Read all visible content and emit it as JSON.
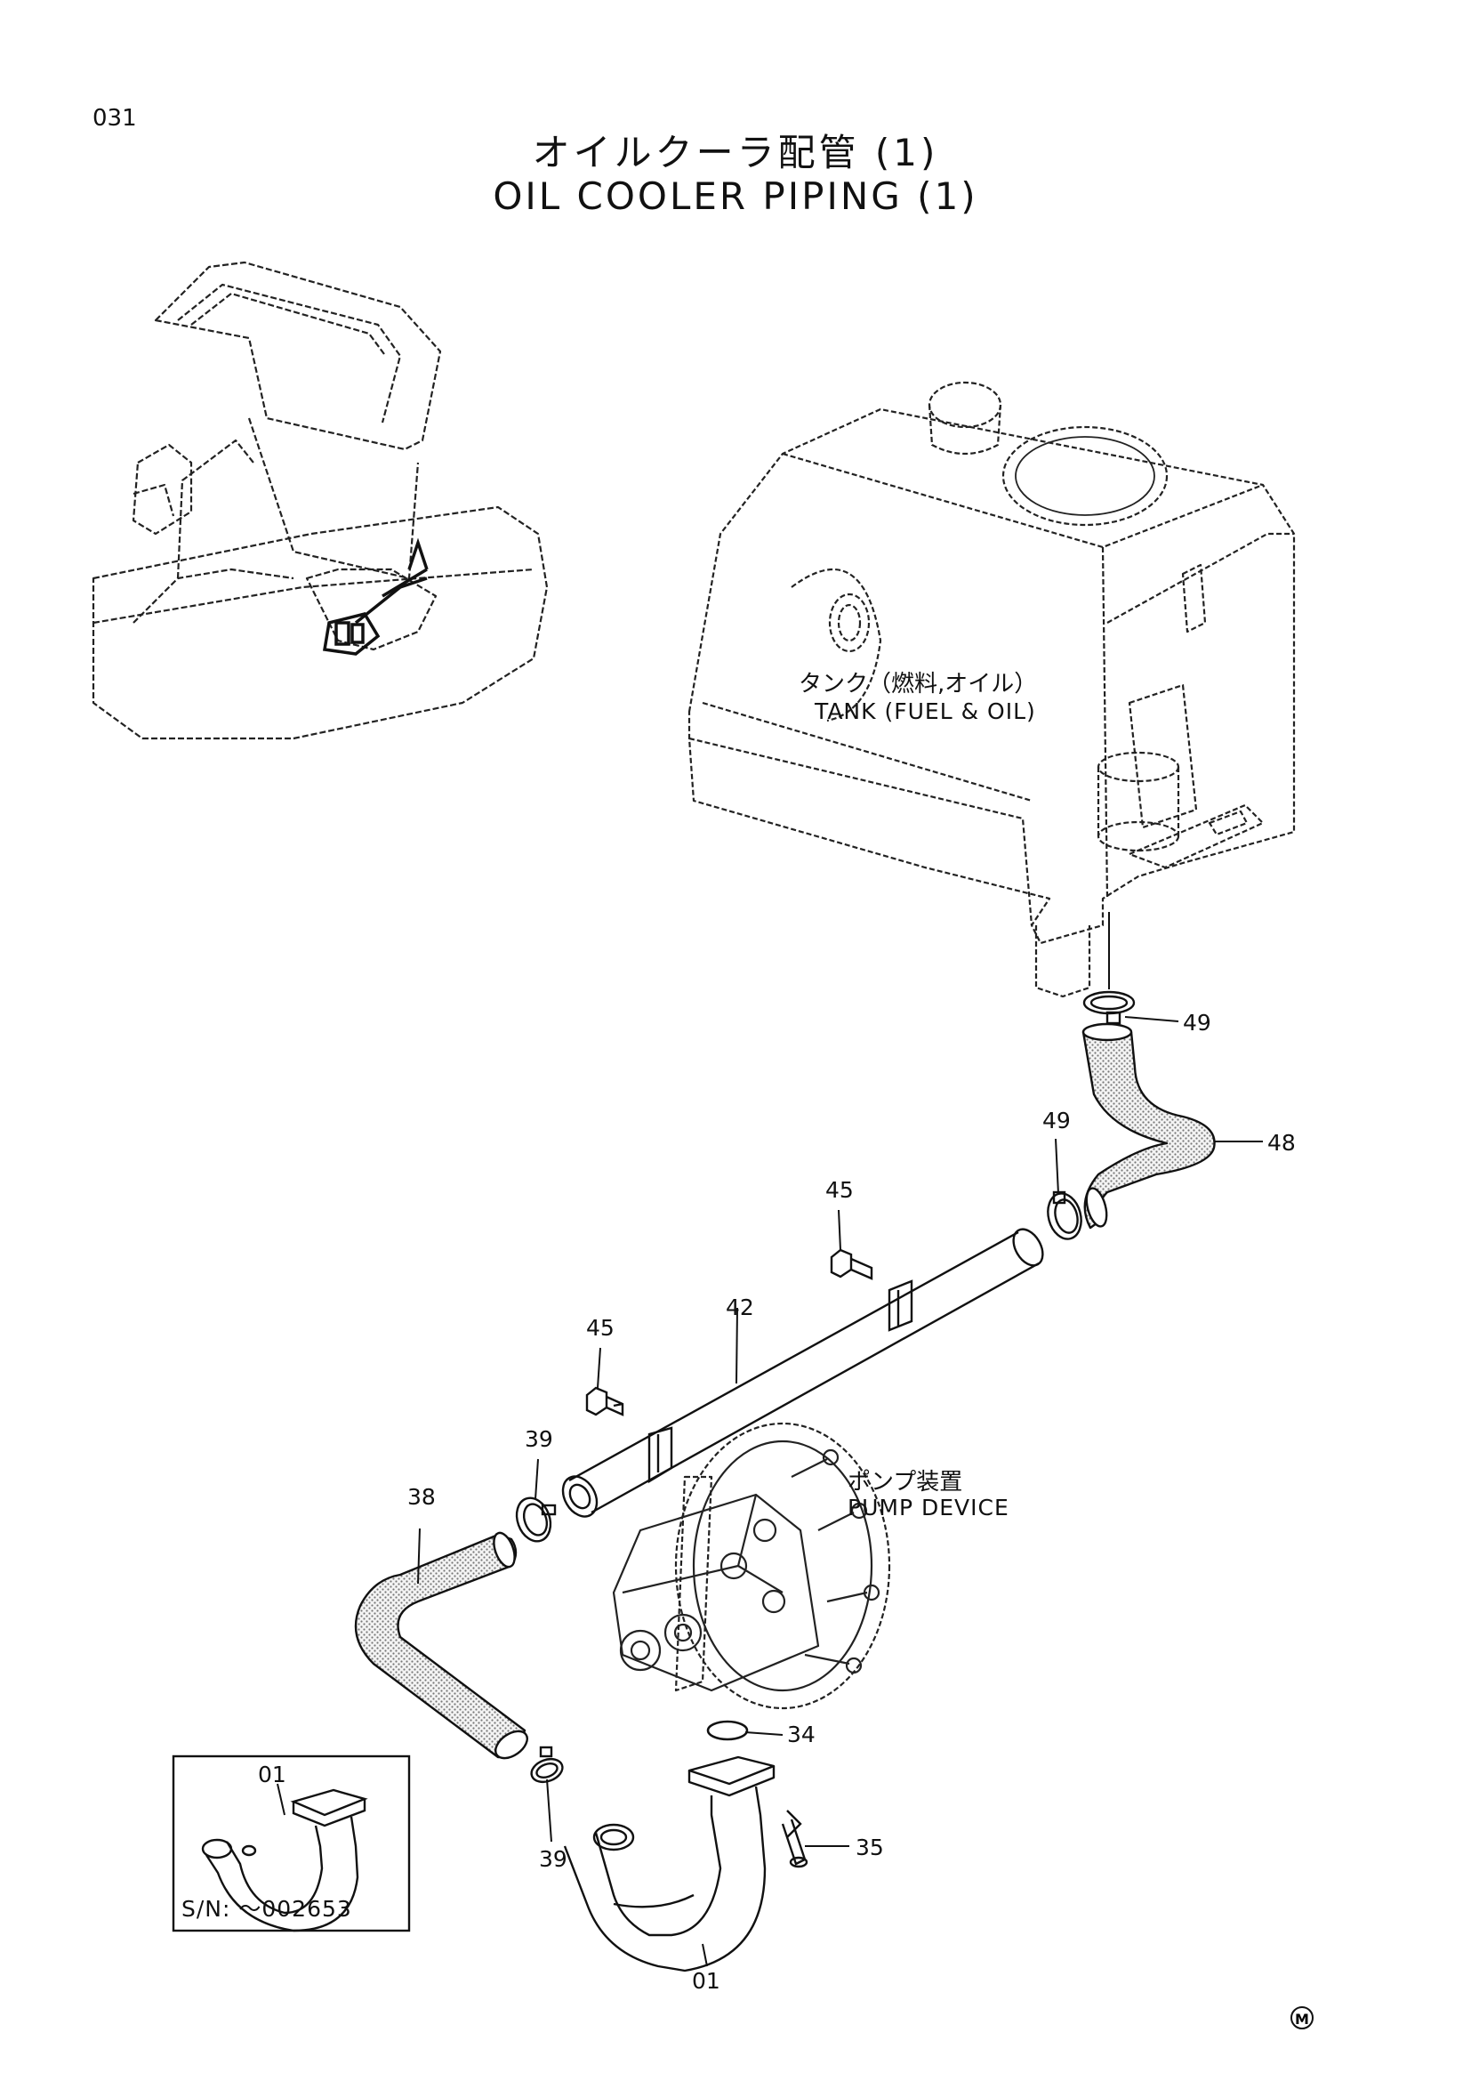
{
  "header": {
    "page_number": "031",
    "title_ja": "オイルクーラ配管 (1)",
    "title_en": "OIL COOLER PIPING (1)"
  },
  "labels": {
    "tank_ja": "タンク（燃料,オイル）",
    "tank_en": "TANK (FUEL & OIL)",
    "pump_ja": "ポンプ装置",
    "pump_en": "PUMP DEVICE",
    "serial": "S/N: ～002653",
    "mark": "M"
  },
  "callouts": {
    "p49_top": "49",
    "p48": "48",
    "p49_mid": "49",
    "p45_right": "45",
    "p45_left": "45",
    "p42": "42",
    "p39_top": "39",
    "p38": "38",
    "p34": "34",
    "p35": "35",
    "p39_bottom": "39",
    "p01_bottom": "01",
    "p01_inset": "01"
  }
}
